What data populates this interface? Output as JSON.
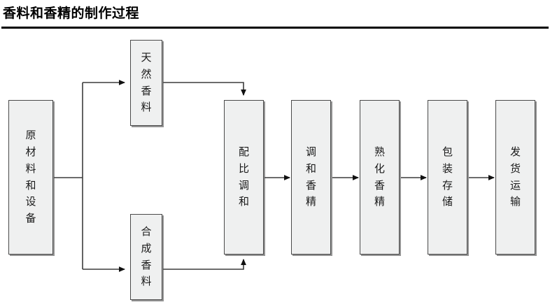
{
  "title": "香料和香精的制作过程",
  "diagram": {
    "type": "flowchart",
    "orientation": "left-to-right",
    "nodes": [
      {
        "id": "raw",
        "label": "原\n材\n料\n和\n设\n备",
        "text": "原材料和设备",
        "stage": 1
      },
      {
        "id": "natural",
        "label": "天\n然\n香\n料",
        "text": "天然香料",
        "stage": 2
      },
      {
        "id": "synthetic",
        "label": "合\n成\n香\n料",
        "text": "合成香料",
        "stage": 2
      },
      {
        "id": "blend",
        "label": "配\n比\n调\n和",
        "text": "配比调和",
        "stage": 3
      },
      {
        "id": "compound",
        "label": "调\n和\n香\n精",
        "text": "调和香精",
        "stage": 4
      },
      {
        "id": "mature",
        "label": "熟\n化\n香\n精",
        "text": "熟化香精",
        "stage": 5
      },
      {
        "id": "package",
        "label": "包\n装\n存\n储",
        "text": "包装存储",
        "stage": 6
      },
      {
        "id": "ship",
        "label": "发\n货\n运\n输",
        "text": "发货运输",
        "stage": 7
      }
    ],
    "edges": [
      {
        "from": "raw",
        "to": "natural",
        "style": "elbow-up"
      },
      {
        "from": "raw",
        "to": "synthetic",
        "style": "elbow-down"
      },
      {
        "from": "natural",
        "to": "blend",
        "style": "elbow-down-into-top"
      },
      {
        "from": "synthetic",
        "to": "blend",
        "style": "elbow-up-into-bottom"
      },
      {
        "from": "blend",
        "to": "compound",
        "style": "straight"
      },
      {
        "from": "compound",
        "to": "mature",
        "style": "straight"
      },
      {
        "from": "mature",
        "to": "package",
        "style": "straight"
      },
      {
        "from": "package",
        "to": "ship",
        "style": "straight"
      }
    ]
  },
  "colors": {
    "node_fill": "#EFF0F0",
    "node_border": "#4A4A4A",
    "connector": "#3C3C3C",
    "title_rule": "#000000",
    "text": "#1A1A1A"
  }
}
